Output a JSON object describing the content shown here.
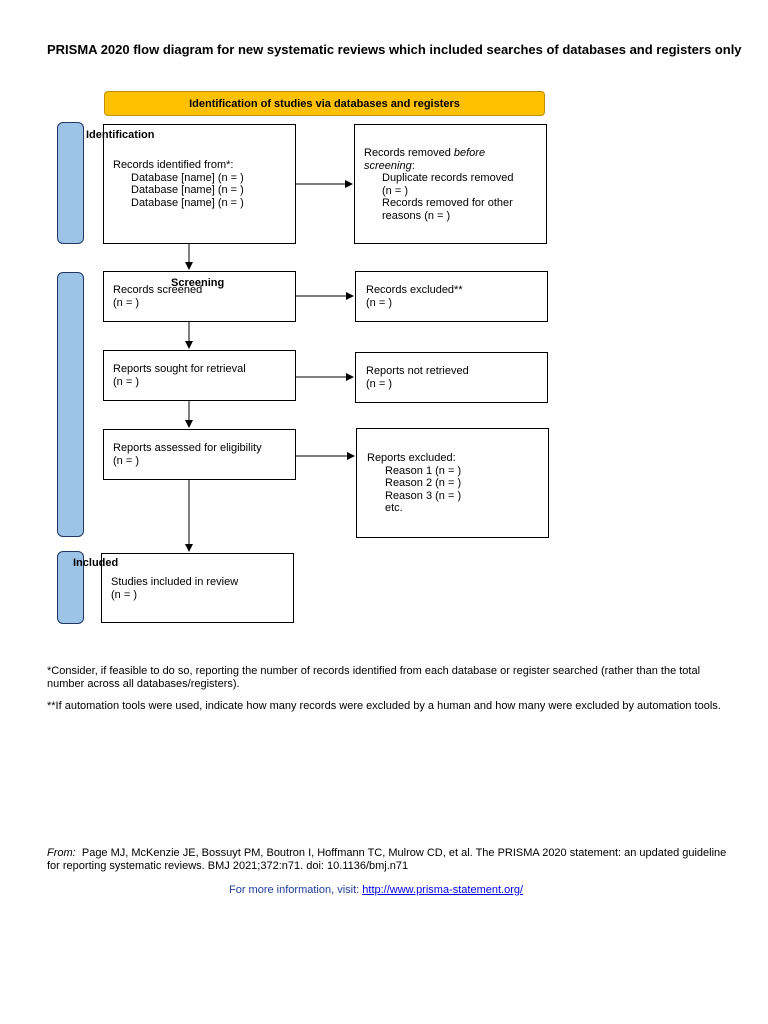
{
  "title": "PRISMA 2020 flow diagram for new systematic reviews which included searches of databases and registers only",
  "banner": "Identification of studies via databases and registers",
  "phases": {
    "identification": "Identification",
    "screening": "Screening",
    "included": "Included"
  },
  "boxes": {
    "records_identified": {
      "line1": "Records identified from*:",
      "line2": "Database [name] (n = )",
      "line3": "Database [name] (n = )",
      "line4": "Database [name] (n = )"
    },
    "records_removed": {
      "line1a": "Records removed ",
      "line1b": "before",
      "line2": "screening",
      "line2b": ":",
      "line3": "Duplicate records removed",
      "line4": "(n = )",
      "line5": "Records removed for other",
      "line6": "reasons (n = )"
    },
    "records_screened": {
      "line1": "Records screened",
      "line2": "(n = )"
    },
    "records_excluded": {
      "line1": "Records excluded**",
      "line2": "(n = )"
    },
    "reports_sought": {
      "line1": "Reports sought for retrieval",
      "line2": "(n = )"
    },
    "reports_not_retrieved": {
      "line1": "Reports not retrieved",
      "line2": "(n = )"
    },
    "reports_assessed": {
      "line1": "Reports assessed for eligibility",
      "line2": "(n = )"
    },
    "reports_excluded": {
      "line1": "Reports excluded:",
      "line2": "Reason 1 (n = )",
      "line3": "Reason 2 (n = )",
      "line4": "Reason 3 (n = )",
      "line5": "etc."
    },
    "studies_included": {
      "line1": "Studies included in review",
      "line2": "(n = )"
    }
  },
  "footnotes": {
    "note1": "*Consider, if feasible to do so, reporting the number of records identified from each database or register searched (rather than the total number across all databases/registers).",
    "note2": "**If automation tools were used, indicate how many records were excluded by a human and how many were excluded by automation tools."
  },
  "citation": {
    "from_label": "From:",
    "text": "Page MJ, McKenzie JE, Bossuyt PM, Boutron I, Hoffmann TC, Mulrow CD, et al. The PRISMA 2020 statement: an updated guideline for reporting systematic reviews. BMJ 2021;372:n71. doi: 10.1136/bmj.n71"
  },
  "more_info": {
    "label": "For more information, visit: ",
    "url": "http://www.prisma-statement.org/"
  },
  "colors": {
    "banner": "#FFC000",
    "side_panel": "#9DC3E6",
    "side_border": "#1F3864",
    "link": "#0000EE"
  }
}
